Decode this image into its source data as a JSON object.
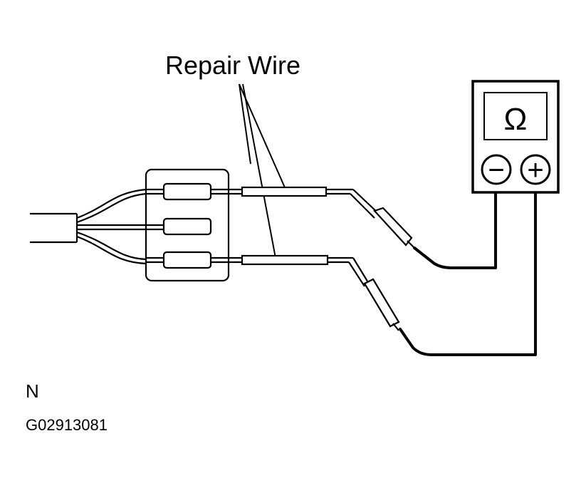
{
  "callout": {
    "label": "Repair Wire"
  },
  "meter": {
    "symbol": "Ω",
    "negative_terminal": "−",
    "positive_terminal": "+"
  },
  "footer": {
    "orientation_mark": "N",
    "figure_code": "G02913081"
  }
}
